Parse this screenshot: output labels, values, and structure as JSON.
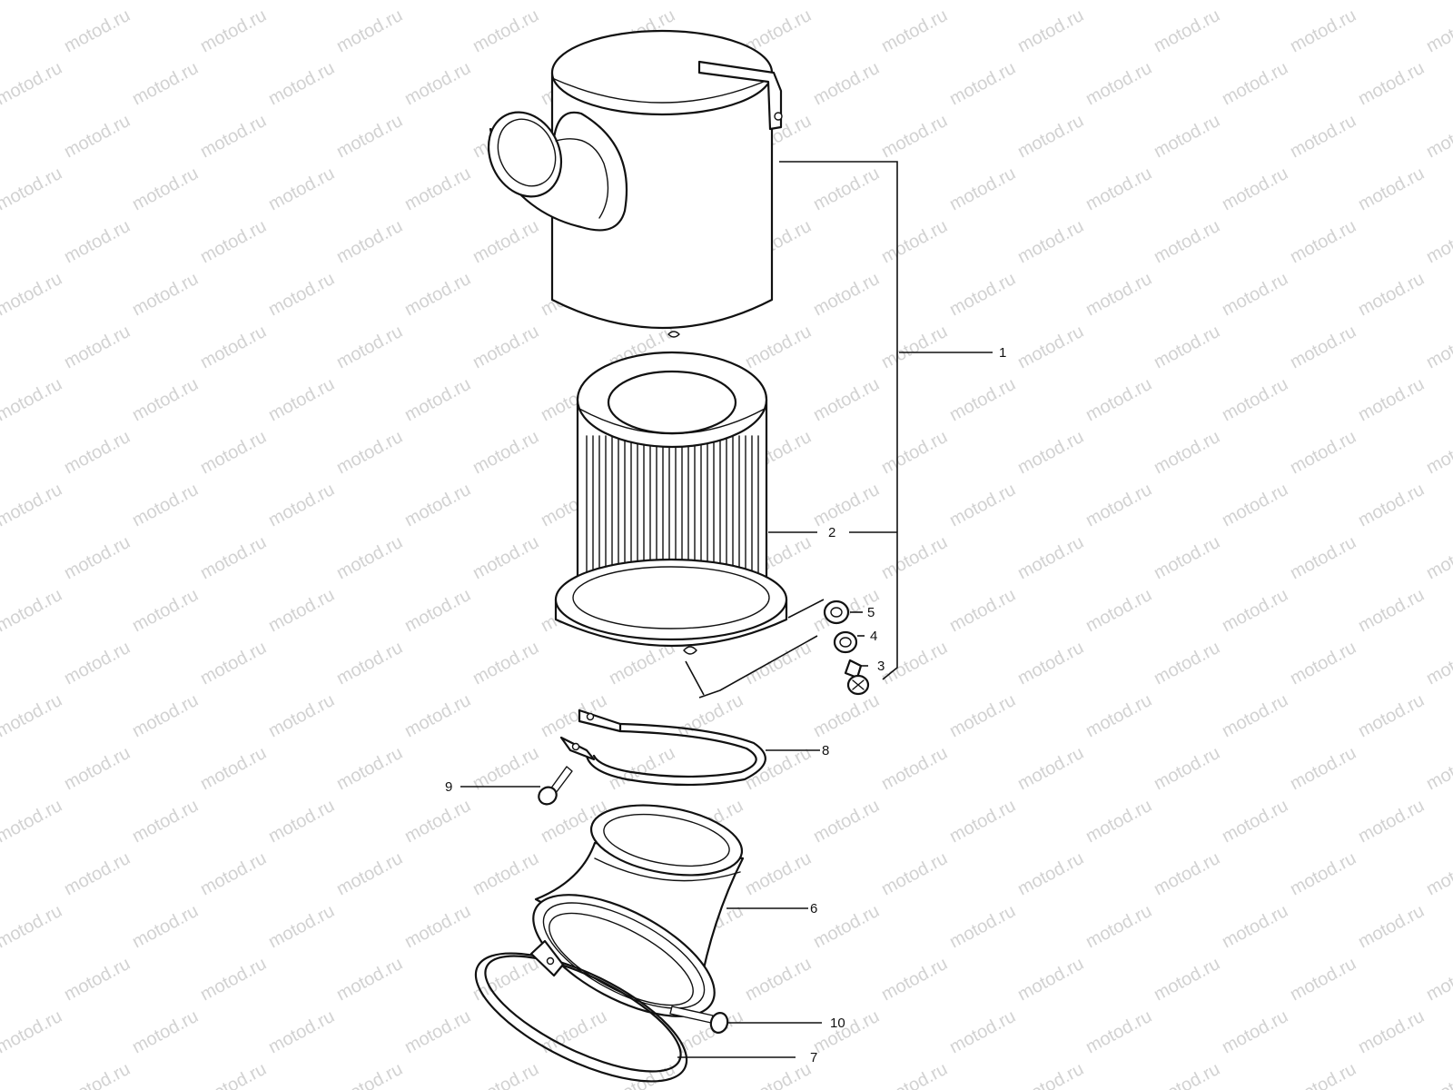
{
  "watermark": {
    "text": "motod.ru"
  },
  "callouts": [
    {
      "id": "1",
      "label": "1"
    },
    {
      "id": "2",
      "label": "2"
    },
    {
      "id": "3",
      "label": "3"
    },
    {
      "id": "4",
      "label": "4"
    },
    {
      "id": "5",
      "label": "5"
    },
    {
      "id": "6",
      "label": "6"
    },
    {
      "id": "7",
      "label": "7"
    },
    {
      "id": "8",
      "label": "8"
    },
    {
      "id": "9",
      "label": "9"
    },
    {
      "id": "10",
      "label": "10"
    }
  ]
}
